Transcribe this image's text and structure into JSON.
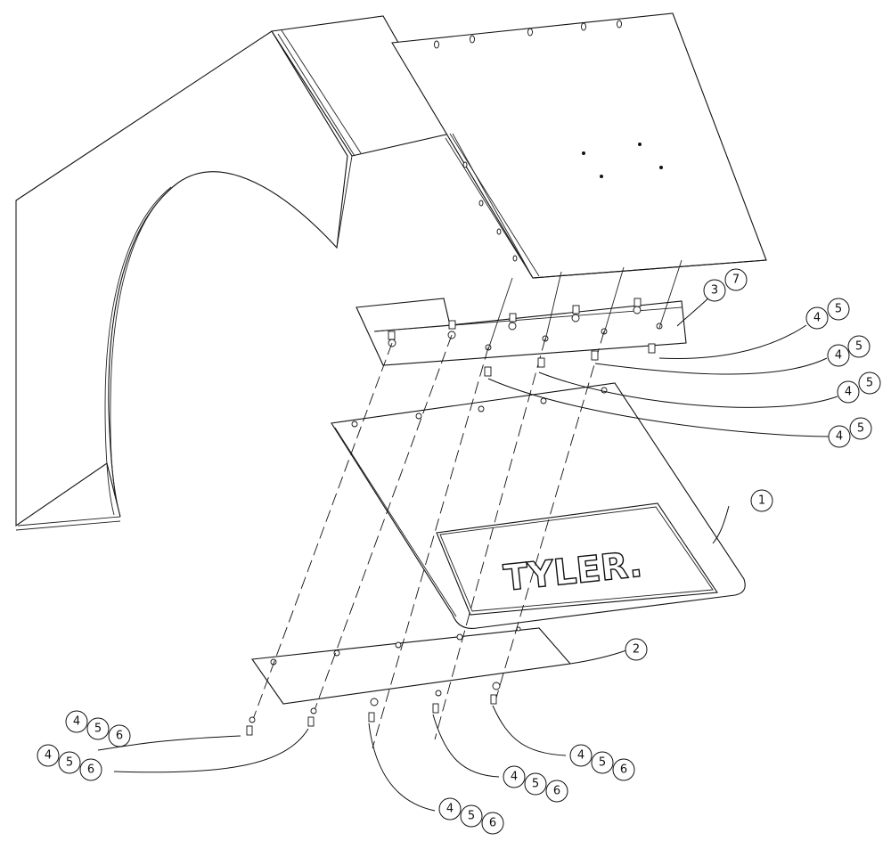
{
  "logo": {
    "text": "TYLER."
  },
  "callouts": [
    {
      "id": "c1",
      "labels": [
        "1"
      ]
    },
    {
      "id": "c2",
      "labels": [
        "2"
      ]
    },
    {
      "id": "c3",
      "labels": [
        "3",
        "7"
      ]
    },
    {
      "id": "c4",
      "labels": [
        "4",
        "5"
      ]
    },
    {
      "id": "c5",
      "labels": [
        "4",
        "5"
      ]
    },
    {
      "id": "c6",
      "labels": [
        "4",
        "5"
      ]
    },
    {
      "id": "c7",
      "labels": [
        "4",
        "5"
      ]
    },
    {
      "id": "c8",
      "labels": [
        "4",
        "5",
        "6"
      ]
    },
    {
      "id": "c9",
      "labels": [
        "4",
        "5",
        "6"
      ]
    },
    {
      "id": "c10",
      "labels": [
        "4",
        "5",
        "6"
      ]
    },
    {
      "id": "c11",
      "labels": [
        "4",
        "5",
        "6"
      ]
    },
    {
      "id": "c12",
      "labels": [
        "4",
        "5",
        "6"
      ]
    }
  ]
}
